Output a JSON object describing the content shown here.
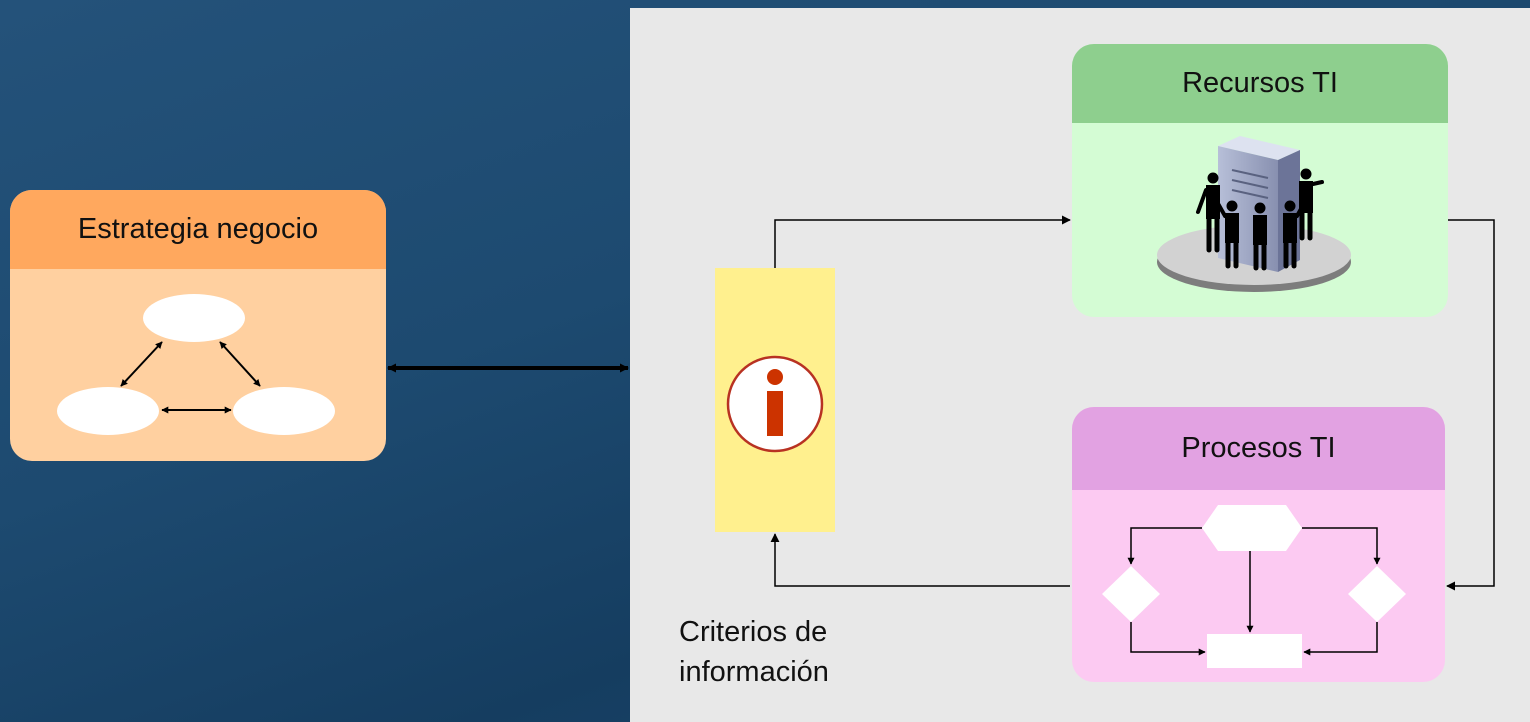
{
  "strategy_box": {
    "title": "Estrategia negocio"
  },
  "resources_box": {
    "title": "Recursos TI"
  },
  "processes_box": {
    "title": "Procesos TI"
  },
  "info_criteria": {
    "caption_line1": "Criterios de",
    "caption_line2": "información",
    "icon_glyph": "i"
  },
  "colors": {
    "background": "#1d4a70",
    "panel": "#e8e8e8",
    "strategy_header": "#ffa85e",
    "strategy_body": "#ffd0a0",
    "resources_header": "#8ecf8e",
    "resources_body": "#d4fcd4",
    "processes_header": "#e2a2e2",
    "processes_body": "#fccaf2",
    "info_bar": "#fff08e",
    "info_icon": "#cc3300"
  },
  "icons": [
    "strategy-cycle-icon",
    "server-with-people-icon",
    "info-icon",
    "flowchart-icon"
  ]
}
